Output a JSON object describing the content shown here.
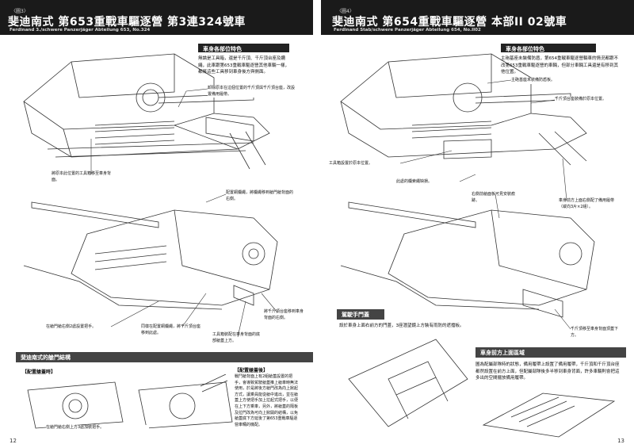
{
  "left": {
    "fig": "〈圖3〉",
    "title": "斐迪南式 第653重戰車驅逐營 第3連324號車",
    "subtitle": "Ferdinand 3./schwere Panzerjäger Abteilung 653, No.324",
    "features_heading": "車身各部位特色",
    "features_text": "無論是工具箱，還是千斤頂、千斤頂台座及纜繩，此車跟第653重戰車驅逐營其他車輛一樣，都將這些工具移到車身後方與側面。",
    "callouts": [
      "卸除原本在這個位置的千斤頂與千斤頂台座，改設置備用履帶。",
      "將原本此位置的工具箱移至車身背面。",
      "配置銅纜繩，將纜繩移到艙門艙背面的右側。",
      "在艙門艙右側2處設置把手。",
      "同樣在配置銅纜繩，將千斤頂台座移到此處。",
      "工具箱裝配在車身背面的底部艙蓋上方。",
      "將千斤頂台座移到車身背面的右側。"
    ],
    "section_heading": "斐迪南式的艙門結構",
    "sub_label_left": "【配置艙蓋時】",
    "sub_label_right": "【配置艙蓋後】",
    "hatch_text": "戰鬥艙背面上有2組艙蓋設置的把手，會導致駕駛艙蓋推上艙車時無法使用，於是將後方艙門改為向上掀起方式，讓乘員能從艙中進出，並在艙蓋上方使把手加上拉起式把手，以便在上下方乘車，另外，將艙蓋的隔板及拉門改為可向上掀開的結構，以免艙蓋底下方延後了第653重戰車驅逐營車輛的機配。",
    "bottom_caption": "在艙門艙右側上方3處加裝把手。",
    "page_number": "12"
  },
  "right": {
    "fig": "〈圖4〉",
    "title": "斐迪南式 第654重戰車驅逐營 本部II 02號車",
    "subtitle": "Ferdinand Stab/schwere Panzerjäger Abteilung 654, No.II02",
    "features_heading": "車身各部位特色",
    "features_text": "主砲基座未裝備防盾，第654重戰車驅逐營輛車的情況都跟不改第653重戰車驅逐營的車輛，但部分車輛工具還是有移到其他位置。",
    "callouts": [
      "主砲基座未裝備防盾板。",
      "千斤頂台座裝備於原本位置。",
      "工具箱設置於原本位置。",
      "此處的纜索繩缺損。",
      "右側前艙面板可見安裝痕跡。",
      "車身前方上面右側配了備用履帶（縱向3片×2組）。",
      "千斤頂移至車身背面頂蓋下方。"
    ],
    "section_heading": "駕駛手門蓋",
    "section_text": "設於車身上面右前方的門蓋，3座潛望鏡上方裝有雨防的遮擋板。",
    "section2_heading": "車身前方上面區域",
    "section2_text": "圖為配屬部隊時的狀態，備用履帶上設置了備用履帶，千斤頂和千斤頂台座都然設置在前方上面，但配屬部隊後多半移到車身背面，許多車輛則會把這多出的空間擺放備用履帶。",
    "page_number": "13"
  }
}
